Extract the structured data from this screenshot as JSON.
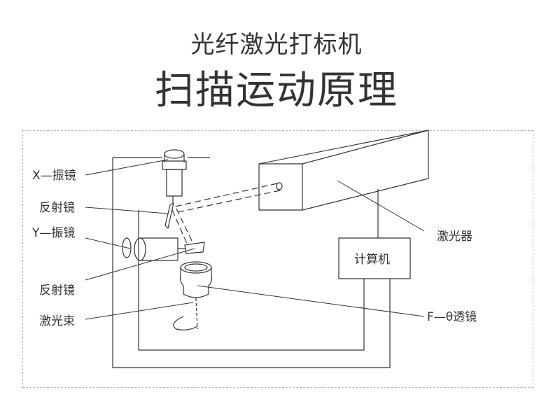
{
  "title_line1": "光纤激光打标机",
  "title_line2": "扫描运动原理",
  "labels": {
    "x_galvo": "X—振镜",
    "mirror_top": "反射镜",
    "y_galvo": "Y—振镜",
    "mirror_bottom": "反射镜",
    "beam": "激光束",
    "laser": "激光器",
    "computer": "计算机",
    "f_theta_lens": "F—θ透镜"
  }
}
